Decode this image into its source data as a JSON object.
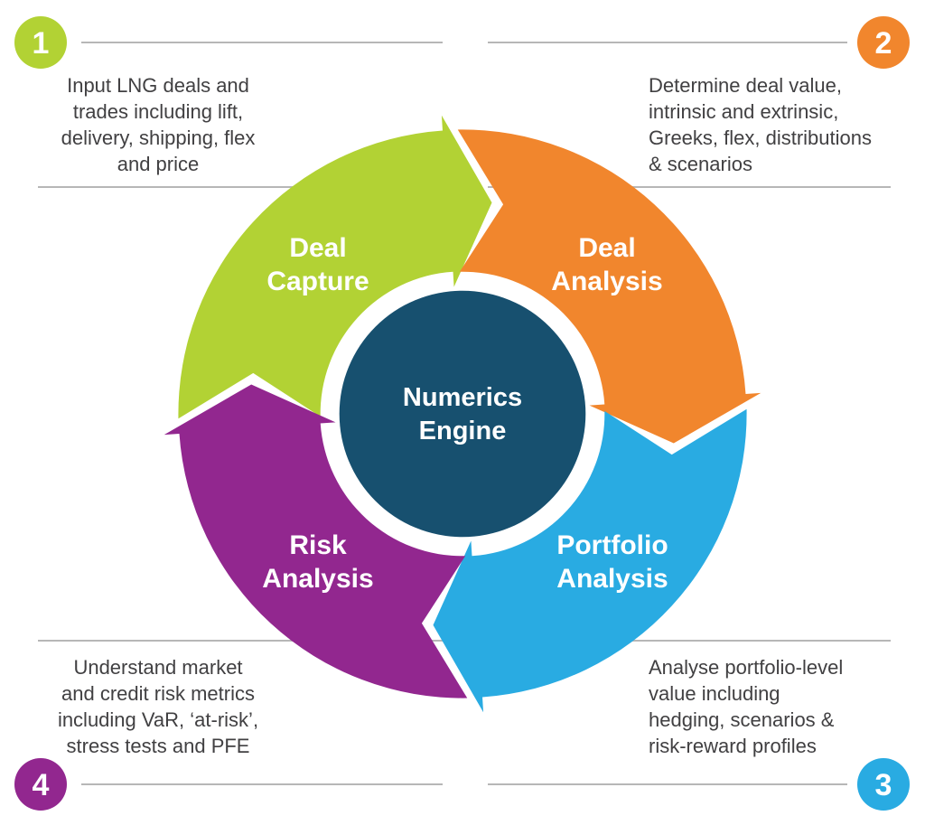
{
  "colors": {
    "green": "#b2d234",
    "orange": "#f1862d",
    "blue": "#29abe2",
    "purple": "#92278f",
    "navy": "#17506f",
    "text": "#414042",
    "line": "#b7b7b7",
    "white": "#ffffff"
  },
  "center": {
    "label": "Numerics\nEngine"
  },
  "segments": [
    {
      "id": "deal-capture",
      "label": "Deal\nCapture",
      "color": "#b2d234"
    },
    {
      "id": "deal-analysis",
      "label": "Deal\nAnalysis",
      "color": "#f1862d"
    },
    {
      "id": "portfolio-analysis",
      "label": "Portfolio\nAnalysis",
      "color": "#29abe2"
    },
    {
      "id": "risk-analysis",
      "label": "Risk\nAnalysis",
      "color": "#92278f"
    }
  ],
  "badges": [
    {
      "number": "1",
      "color": "#b2d234",
      "note": "Input LNG deals and\ntrades including lift,\ndelivery, shipping, flex\nand price"
    },
    {
      "number": "2",
      "color": "#f1862d",
      "note": "Determine deal value,\nintrinsic and extrinsic,\nGreeks, flex, distributions\n& scenarios"
    },
    {
      "number": "3",
      "color": "#29abe2",
      "note": "Analyse portfolio-level\nvalue including\nhedging, scenarios &\nrisk-reward profiles"
    },
    {
      "number": "4",
      "color": "#92278f",
      "note": "Understand market\nand credit risk metrics\nincluding VaR, ‘at-risk’,\nstress tests and PFE"
    }
  ]
}
